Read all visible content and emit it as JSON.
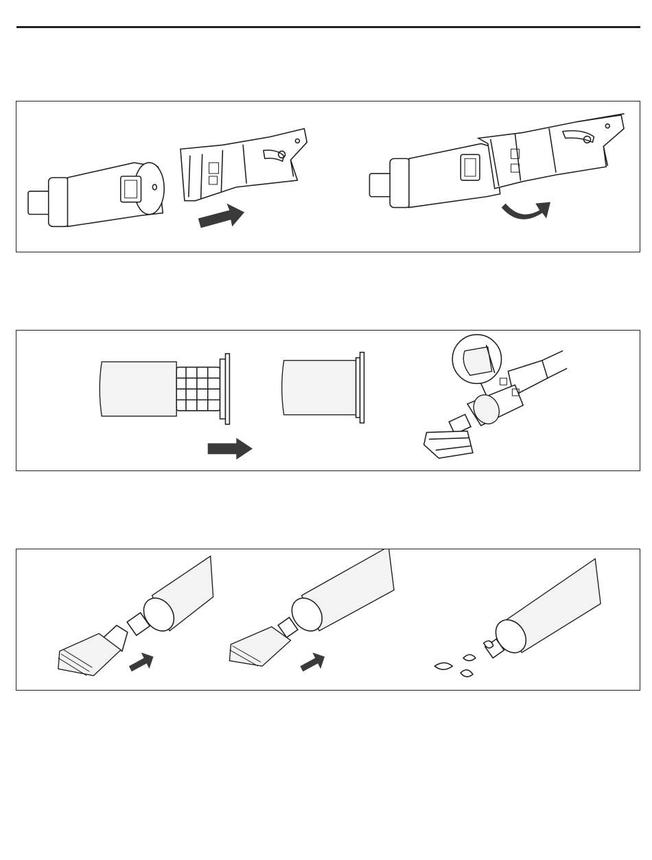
{
  "document": {
    "page_rule": "top-rule",
    "panels": [
      {
        "id": "panel-1",
        "figures": [
          "attach-filter-step",
          "rotate-lock-step"
        ],
        "arrows": [
          "push-arrow",
          "rotate-arrow"
        ]
      },
      {
        "id": "panel-2",
        "figures": [
          "filter-with-cage",
          "filter-without-cage",
          "assembled-vacuum-with-callout"
        ],
        "arrows": [
          "push-arrow"
        ]
      },
      {
        "id": "panel-3",
        "figures": [
          "attach-brush-nozzle",
          "brush-attached",
          "open-end-with-leaves"
        ],
        "arrows": [
          "push-arrow",
          "push-arrow"
        ]
      }
    ]
  },
  "colors": {
    "line": "#231f20",
    "arrow": "#3a3a3a",
    "light_fill": "#f3f3f3"
  }
}
